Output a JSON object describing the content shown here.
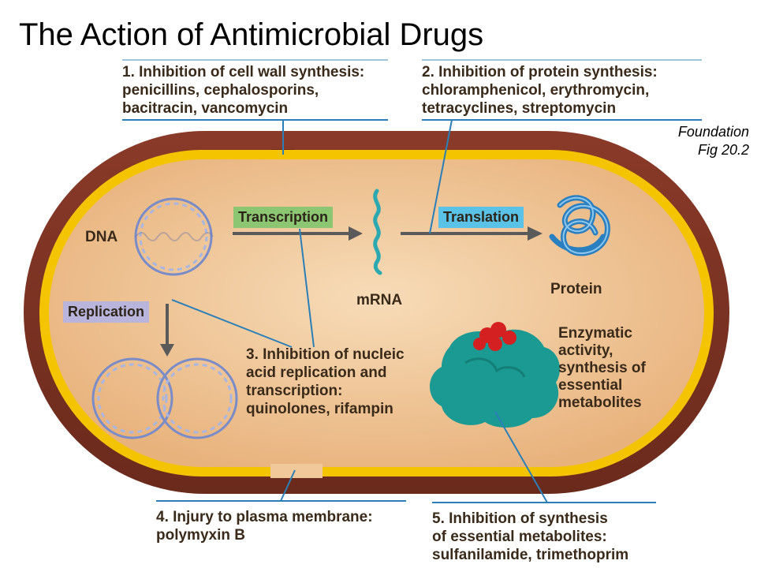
{
  "title": "The Action of Antimicrobial Drugs",
  "source": {
    "line1": "Foundation",
    "line2": "Fig  20.2"
  },
  "callouts": {
    "c1": {
      "num": "1.",
      "line1": "Inhibition of cell wall synthesis:",
      "line2": "penicillins, cephalosporins,",
      "line3": "bacitracin, vancomycin"
    },
    "c2": {
      "num": "2.",
      "line1": "Inhibition of protein synthesis:",
      "line2": "chloramphenicol, erythromycin,",
      "line3": "tetracyclines, streptomycin"
    },
    "c3": {
      "num": "3.",
      "line1": "Inhibition of nucleic",
      "line2": "acid replication and",
      "line3": "transcription:",
      "line4": "quinolones, rifampin"
    },
    "c4": {
      "num": "4.",
      "line1": "Injury to plasma membrane:",
      "line2": "polymyxin B"
    },
    "c5": {
      "num": "5.",
      "line1": "Inhibition of synthesis",
      "line2": "of essential metabolites:",
      "line3": "sulfanilamide, trimethoprim"
    }
  },
  "processes": {
    "transcription": "Transcription",
    "translation": "Translation",
    "replication": "Replication"
  },
  "labels": {
    "dna": "DNA",
    "mrna": "mRNA",
    "protein": "Protein",
    "enzyme_line1": "Enzymatic",
    "enzyme_line2": "activity,",
    "enzyme_line3": "synthesis of",
    "enzyme_line4": "essential",
    "enzyme_line5": "metabolites"
  },
  "colors": {
    "cell_wall": "#7a3324",
    "membrane": "#f5c400",
    "cytoplasm": "#f0c89a",
    "transcription_tag": "#8cc673",
    "translation_tag": "#5bc2e7",
    "replication_tag": "#b8b4dc",
    "dna": "#7a8cc8",
    "mrna": "#2ba8b0",
    "protein": "#2a7fc0",
    "enzyme": "#1a9a92",
    "substrate": "#d42020",
    "leader_line": "#2b7fb8"
  }
}
